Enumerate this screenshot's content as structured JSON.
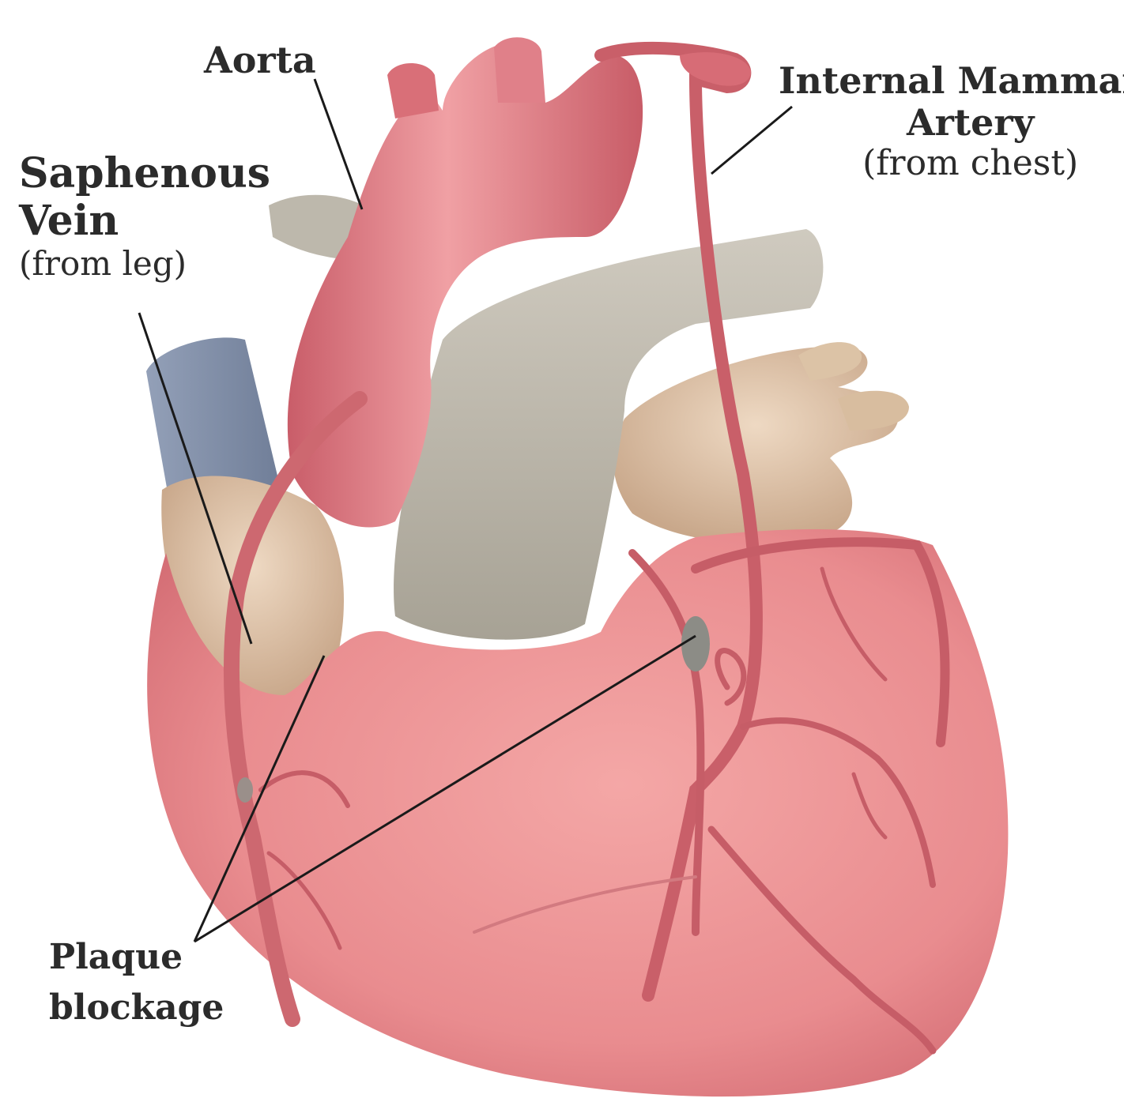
{
  "labels": {
    "aorta": "Aorta",
    "internal_mammary": {
      "line1": "Internal Mammary",
      "line2": "Artery",
      "line3": "(from chest)"
    },
    "saphenous": {
      "line1": "Saphenous",
      "line2": "Vein",
      "line3": "(from leg)"
    },
    "plaque": {
      "line1": "Plaque",
      "line2": "blockage"
    }
  },
  "colors": {
    "heart_muscle": "#e99092",
    "aorta": "#d9727a",
    "pulmonary_trunk": "#b9b4a8",
    "vena_cava": "#7f8ea8",
    "atrium": "#dcc0a3",
    "graft_vessel": "#c9656d",
    "plaque": "#8c8c86",
    "leader_line": "#1a1a1a"
  }
}
